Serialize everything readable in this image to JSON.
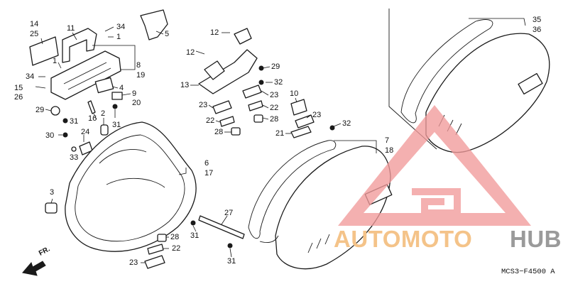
{
  "diagram": {
    "code": "MCS3−F4500 A",
    "direction_label": "FR.",
    "watermark": {
      "word_a": "AUTOMOTO",
      "word_b": "HUB",
      "color_a": "#f4c389",
      "color_b": "#9a9a9a",
      "mark_color": "#f19a9a"
    },
    "callouts": [
      "14",
      "25",
      "11",
      "34",
      "1",
      "5",
      "1",
      "34",
      "8",
      "19",
      "15",
      "26",
      "4",
      "9",
      "20",
      "29",
      "31",
      "16",
      "2",
      "31",
      "30",
      "24",
      "33",
      "3",
      "6",
      "17",
      "12",
      "12",
      "29",
      "32",
      "13",
      "23",
      "23",
      "22",
      "22",
      "28",
      "28",
      "10",
      "23",
      "32",
      "21",
      "7",
      "18",
      "27",
      "31",
      "28",
      "22",
      "23",
      "31",
      "35",
      "36"
    ]
  }
}
